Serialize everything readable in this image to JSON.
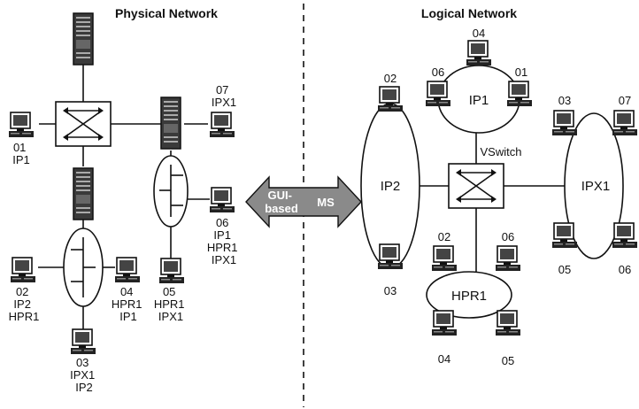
{
  "physical": {
    "title": "Physical Network",
    "nodes": {
      "n01": [
        "01",
        "IP1"
      ],
      "n02": [
        "02",
        "IP2",
        "HPR1"
      ],
      "n03": [
        "03",
        "IPX1",
        "IP2"
      ],
      "n04": [
        "04",
        "HPR1",
        "IP1"
      ],
      "n05": [
        "05",
        "HPR1",
        "IPX1"
      ],
      "n06": [
        "06",
        "IP1",
        "HPR1",
        "IPX1"
      ],
      "n07": [
        "07",
        "IPX1"
      ]
    }
  },
  "logical": {
    "title": "Logical Network",
    "vswitch_label": "VSwitch",
    "rings": {
      "ip1": "IP1",
      "ip2": "IP2",
      "ipx1": "IPX1",
      "hpr1": "HPR1"
    },
    "nodes": {
      "ip1_04": "04",
      "ip1_06": "06",
      "ip1_01": "01",
      "ip2_02": "02",
      "ip2_03": "03",
      "ipx1_03": "03",
      "ipx1_07": "07",
      "ipx1_05": "05",
      "ipx1_06": "06",
      "hpr1_02": "02",
      "hpr1_06": "06",
      "hpr1_04": "04",
      "hpr1_05": "05"
    }
  },
  "transition": {
    "left_text": [
      "GUI-",
      "based"
    ],
    "right_text": "MS"
  },
  "colors": {
    "ink": "#111111",
    "screen": "#444444",
    "arrow_fill": "#8a8a8a",
    "server": "#3a3a3a"
  }
}
